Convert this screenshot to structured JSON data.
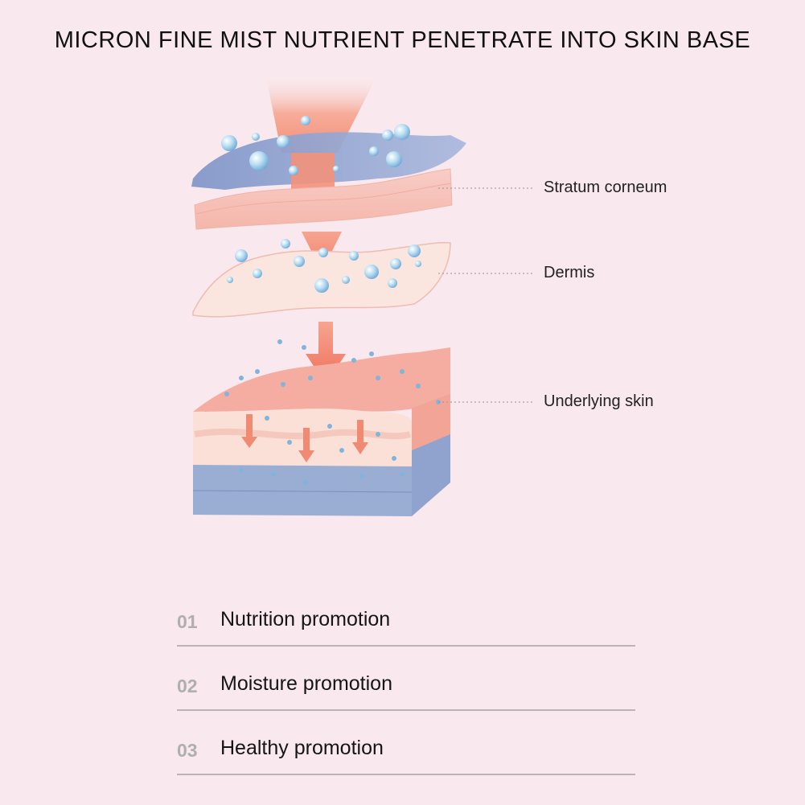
{
  "title": "MICRON FINE MIST NUTRIENT PENETRATE INTO SKIN BASE",
  "diagram": {
    "labels": [
      {
        "text": "Stratum corneum"
      },
      {
        "text": "Dermis"
      },
      {
        "text": "Underlying skin"
      }
    ],
    "colors": {
      "background": "#f9e9ee",
      "mist": "#f4a38c",
      "droplet": "#a9d6ef",
      "blue_layer": "#8ea4cf",
      "skin_pink": "#f7c4bc",
      "arrow": "#f27e68"
    }
  },
  "benefits": [
    {
      "number": "01",
      "label": "Nutrition promotion"
    },
    {
      "number": "02",
      "label": "Moisture promotion"
    },
    {
      "number": "03",
      "label": "Healthy promotion"
    }
  ]
}
